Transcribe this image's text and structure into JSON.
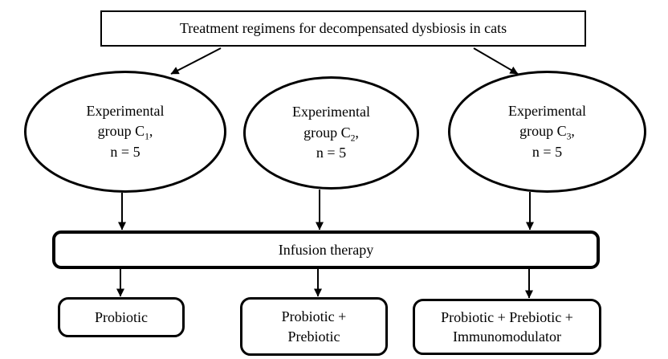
{
  "diagram": {
    "title_node": {
      "label": "Treatment regimens for decompensated dysbiosis in cats"
    },
    "groups": [
      {
        "line1": "Experimental",
        "line2_prefix": "group C",
        "subscript": "1",
        "line2_suffix": ",",
        "line3": "n = 5"
      },
      {
        "line1": "Experimental",
        "line2_prefix": "group C",
        "subscript": "2",
        "line2_suffix": ",",
        "line3": "n = 5"
      },
      {
        "line1": "Experimental",
        "line2_prefix": "group C",
        "subscript": "3",
        "line2_suffix": ",",
        "line3": "n = 5"
      }
    ],
    "infusion_node": {
      "label": "Infusion therapy"
    },
    "treatment_nodes": [
      {
        "label": "Probiotic"
      },
      {
        "label": "Probiotic + Prebiotic"
      },
      {
        "label": "Probiotic + Prebiotic + Immunomodulator"
      }
    ],
    "colors": {
      "stroke": "#000000",
      "background": "#ffffff"
    }
  }
}
